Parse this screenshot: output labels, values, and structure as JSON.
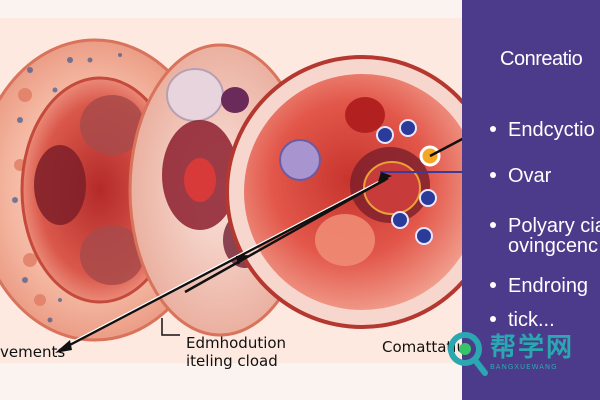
{
  "panel": {
    "title": "Conreatio",
    "items": [
      "Endcyctio",
      "Ovar",
      "Polyary cia",
      "ovingcenc",
      "Endroing",
      "tick..."
    ]
  },
  "labels": {
    "left_bottom": "vements",
    "center_bottom_1": "Edmhodution",
    "center_bottom_2": "iteling cload",
    "right_bottom": "Comattatiu"
  },
  "watermark": {
    "text": "帮学网",
    "subtext": "BANGXUEWANG"
  },
  "colors": {
    "panel_bg": "#4b3b8a",
    "tissue_red": "#d8443a",
    "tissue_pink": "#f2b3a0",
    "arrow": "#111111",
    "accent_orange": "#f5a623",
    "dot_blue": "#2b3b99"
  }
}
